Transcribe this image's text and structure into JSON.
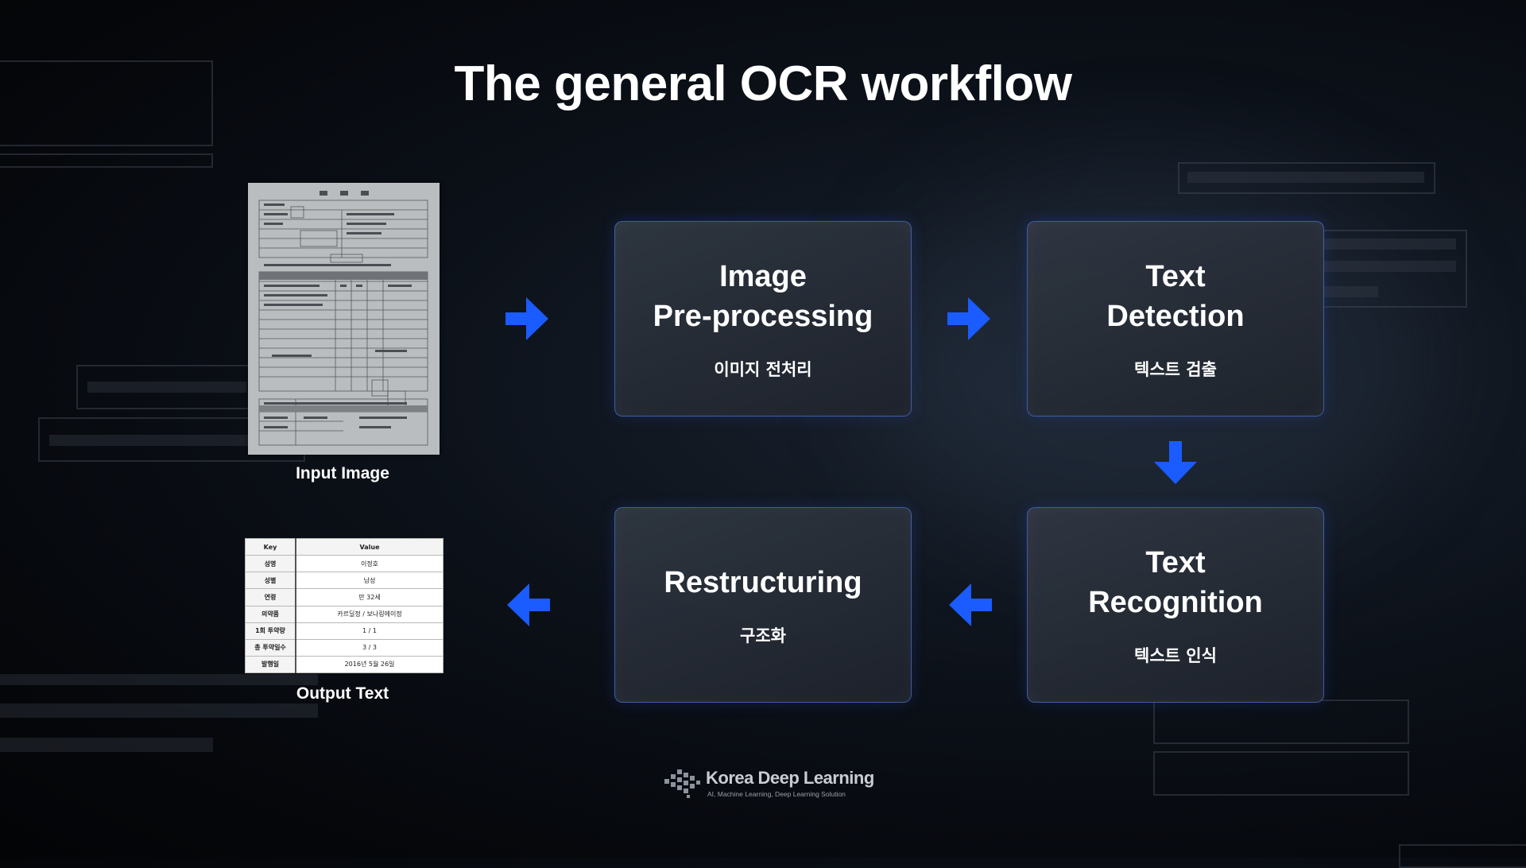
{
  "title": "The general OCR workflow",
  "input": {
    "caption": "Input Image"
  },
  "output": {
    "caption": "Output Text",
    "table": {
      "headers": [
        "Key",
        "Value"
      ],
      "rows": [
        [
          "성명",
          "이정호"
        ],
        [
          "성별",
          "남성"
        ],
        [
          "연령",
          "만 32세"
        ],
        [
          "의약품",
          "카르딜정 / 보나링에이정"
        ],
        [
          "1회 투약량",
          "1 / 1"
        ],
        [
          "총 투약일수",
          "3 / 3"
        ],
        [
          "발행일",
          "2016년 5월 26일"
        ]
      ]
    }
  },
  "steps": [
    {
      "id": "preprocessing",
      "label": "Image\nPre-processing",
      "label_ko": "이미지 전처리"
    },
    {
      "id": "detection",
      "label": "Text\nDetection",
      "label_ko": "텍스트 검출"
    },
    {
      "id": "recognition",
      "label": "Text\nRecognition",
      "label_ko": "텍스트 인식"
    },
    {
      "id": "restructuring",
      "label": "Restructuring",
      "label_ko": "구조화"
    }
  ],
  "arrow_color": "#1a5cff",
  "accent_border": "#4b6ec8",
  "logo": {
    "name": "Korea Deep Learning",
    "tagline": "AI, Machine Learning, Deep Learning Solution"
  }
}
